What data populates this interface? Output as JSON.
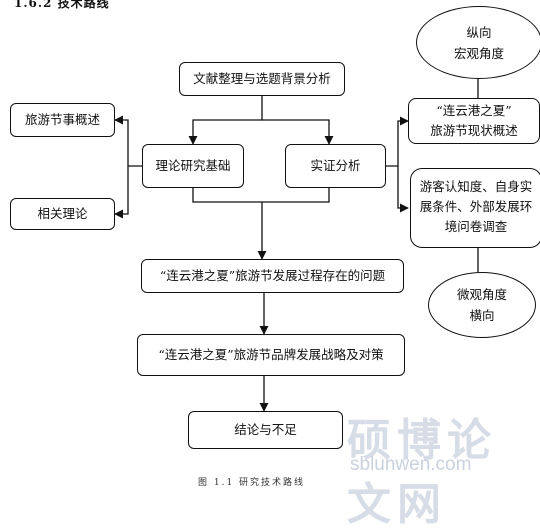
{
  "heading": "1.6.2 技术路线",
  "nodes": {
    "top": "文献整理与选题背景分析",
    "theory": "理论研究基础",
    "empirical": "实证分析",
    "festival_overview": "旅游节事概述",
    "related_theory": "相关理论",
    "status_line1": "“连云港之夏”",
    "status_line2": "旅游节现状概述",
    "survey_line1": "游客认知度、自身实",
    "survey_line2": "展条件、外部发展环",
    "survey_line3": "境问卷调查",
    "problems": "“连云港之夏”旅游节发展过程存在的问题",
    "strategy": "“连云港之夏”旅游节品牌发展战略及对策",
    "conclusion": "结论与不足"
  },
  "circles": {
    "macro_line1": "纵向",
    "macro_line2": "宏观角度",
    "micro_line1": "微观角度",
    "micro_line2": "横向"
  },
  "caption": "图 1.1   研究技术路线",
  "watermark": {
    "chinese": "硕博论文网",
    "url": "sblunwen.com"
  }
}
